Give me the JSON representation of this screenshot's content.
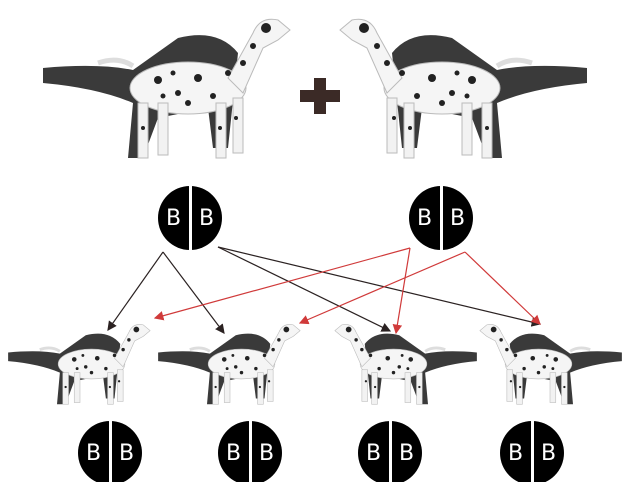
{
  "parents": [
    {
      "alleles": [
        "B",
        "B"
      ]
    },
    {
      "alleles": [
        "B",
        "B"
      ]
    }
  ],
  "offspring": [
    {
      "alleles": [
        "B",
        "B"
      ]
    },
    {
      "alleles": [
        "B",
        "B"
      ]
    },
    {
      "alleles": [
        "B",
        "B"
      ]
    },
    {
      "alleles": [
        "B",
        "B"
      ]
    }
  ],
  "colors": {
    "father_arrow": "#2b2222",
    "mother_arrow": "#d03a3a",
    "plus": "#3b2a26",
    "shadow": "#3a3a3a"
  }
}
